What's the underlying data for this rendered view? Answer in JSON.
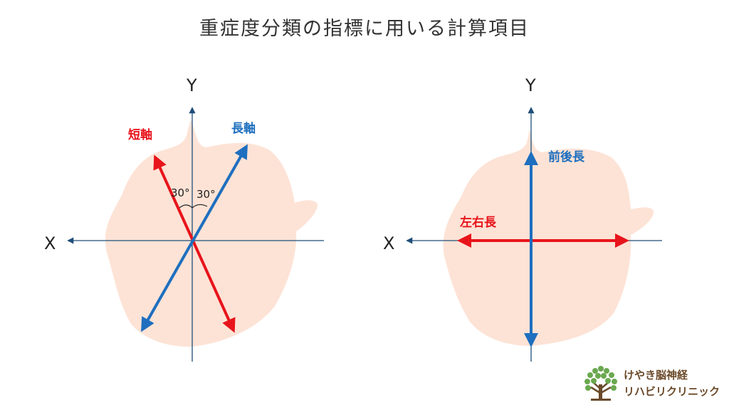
{
  "title": "重症度分類の指標に用いる計算項目",
  "left_panel": {
    "x_label": "X",
    "y_label": "Y",
    "short_axis_label": "短軸",
    "long_axis_label": "長軸",
    "angle_left": "30°",
    "angle_right": "30°"
  },
  "right_panel": {
    "x_label": "X",
    "y_label": "Y",
    "ap_label": "前後長",
    "lr_label": "左右長"
  },
  "logo": {
    "line1": "けやき脳神経",
    "line2": "リハビリクリニック"
  },
  "colors": {
    "head": "#fde3d6",
    "red": "#e8141b",
    "blue": "#1e6fbf",
    "axis": "#1f4e79",
    "logo_brown": "#6b4a2a",
    "logo_green": "#6aa84f"
  }
}
